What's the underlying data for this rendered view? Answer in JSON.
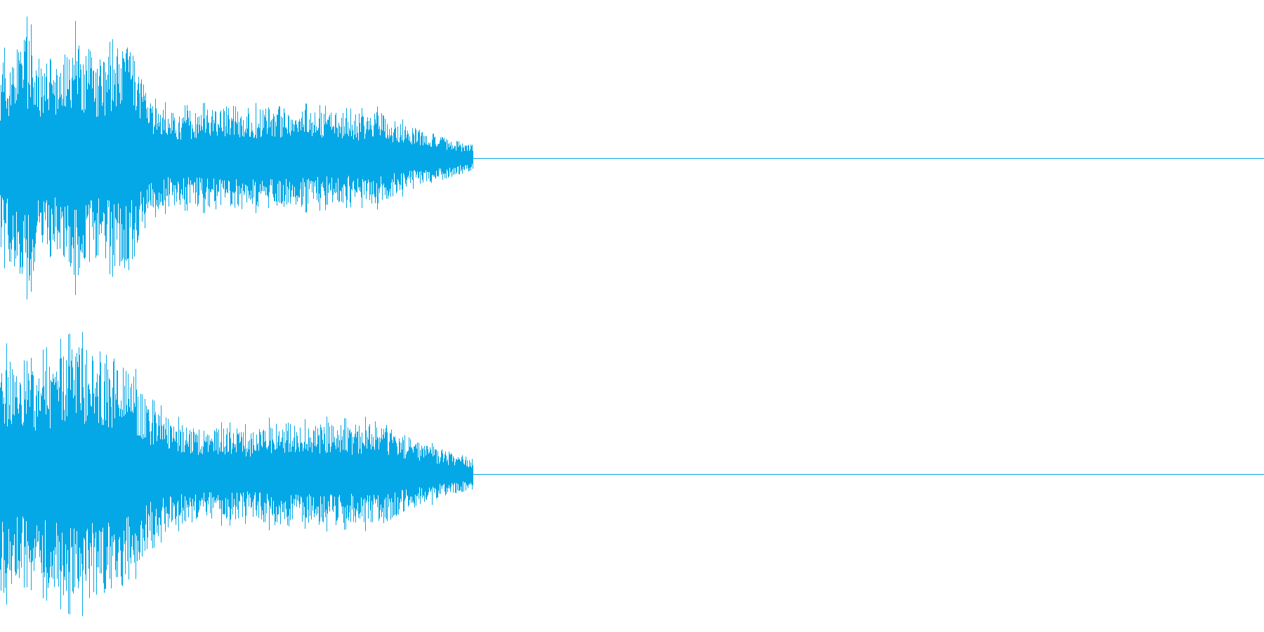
{
  "colors": {
    "background": "#ffffff",
    "waveform": "#05a8e6"
  },
  "audio": {
    "channel_count": 2,
    "signal_end_fraction": 0.374,
    "peak_envelope": [
      [
        0.0,
        0.72,
        0.95
      ],
      [
        0.02,
        1.0,
        0.78
      ],
      [
        0.04,
        0.68,
        0.9
      ],
      [
        0.06,
        0.96,
        1.0
      ],
      [
        0.08,
        0.75,
        0.95
      ],
      [
        0.1,
        0.92,
        0.85
      ],
      [
        0.12,
        0.42,
        0.52
      ],
      [
        0.14,
        0.36,
        0.4
      ],
      [
        0.16,
        0.38,
        0.36
      ],
      [
        0.18,
        0.42,
        0.36
      ],
      [
        0.2,
        0.38,
        0.34
      ],
      [
        0.22,
        0.4,
        0.42
      ],
      [
        0.24,
        0.38,
        0.38
      ],
      [
        0.26,
        0.36,
        0.4
      ],
      [
        0.28,
        0.34,
        0.38
      ],
      [
        0.3,
        0.36,
        0.42
      ],
      [
        0.32,
        0.26,
        0.3
      ],
      [
        0.34,
        0.2,
        0.22
      ],
      [
        0.36,
        0.14,
        0.16
      ],
      [
        0.374,
        0.1,
        0.12
      ]
    ]
  }
}
